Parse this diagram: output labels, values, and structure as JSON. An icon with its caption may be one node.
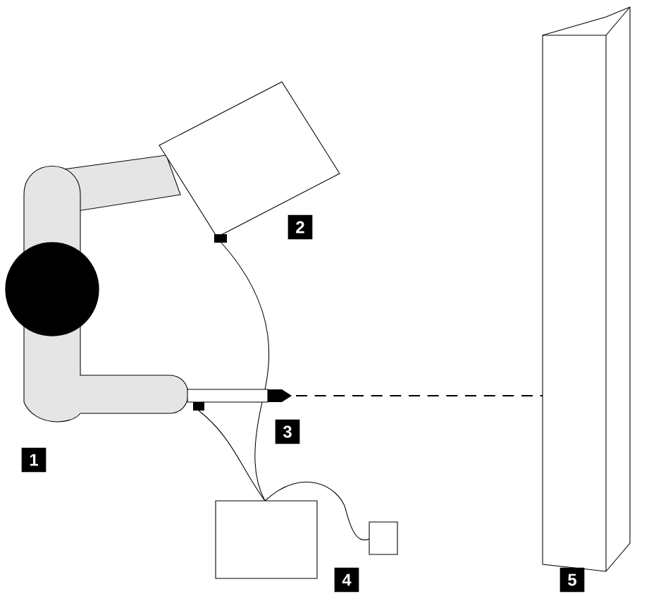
{
  "diagram": {
    "labels": [
      "2",
      "3",
      "1",
      "4",
      "5"
    ]
  }
}
